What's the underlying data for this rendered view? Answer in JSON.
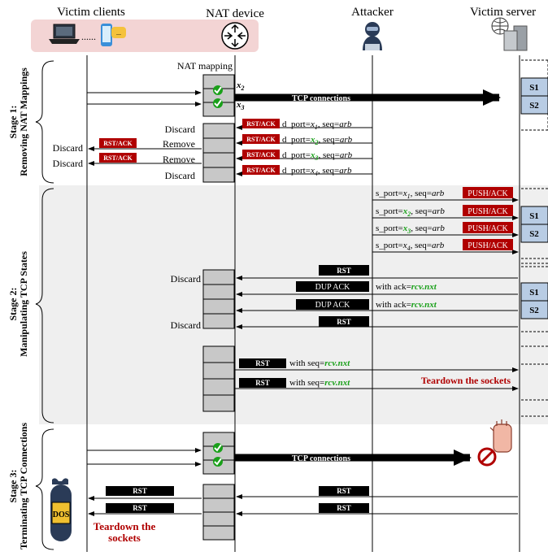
{
  "header": {
    "victim_clients": "Victim clients",
    "nat_device": "NAT device",
    "attacker": "Attacker",
    "victim_server": "Victim server"
  },
  "icons": {
    "laptop": "laptop-icon",
    "phone": "phone-icon",
    "router": "router-icon",
    "attacker": "hacker-icon",
    "server": "server-icon",
    "bomb": "dos-bomb-icon",
    "stop": "stop-hand-icon",
    "check": "green-check-icon"
  },
  "colors": {
    "red": "#b00000",
    "green": "#1aa01a",
    "stage2_bg": "#efefef",
    "header_pink": "#f3d4d4",
    "server_box": "#b8cce4"
  },
  "stage1": {
    "label_l1": "Stage 1:",
    "label_l2": "Removing NAT Mappings",
    "nat_mapping": "NAT mapping",
    "x2": "x",
    "x2_sub": "2",
    "x3": "x",
    "x3_sub": "3",
    "tcp_connections": "TCP connections",
    "s1": "S1",
    "s2": "S2",
    "nat_actions": [
      "Discard",
      "Remove",
      "Remove",
      "Discard"
    ],
    "client_discard": "Discard",
    "rst_ack": "RST/ACK",
    "dport_prefix": "d_port=",
    "dport_x": "x",
    "dport_subs": [
      "1",
      "2",
      "3",
      "4"
    ],
    "seq_mid": ", seq=",
    "seq_arb": "arb"
  },
  "stage2": {
    "label_l1": "Stage 2:",
    "label_l2": "Manipulating TCP States",
    "sport_prefix": "s_port=",
    "sport_x": "x",
    "sport_subs": [
      "1",
      "2",
      "3",
      "4"
    ],
    "seq_mid": ", seq=",
    "seq_arb": "arb",
    "push_ack": "PUSH/ACK",
    "s1": "S1",
    "s2": "S2",
    "rst": "RST",
    "dup_ack": "DUP ACK",
    "with_ack": "with  ack=",
    "rcv_nxt": "rcv.nxt",
    "discard": "Discard",
    "with_seq": "with  seq=",
    "teardown": "Teardown the sockets"
  },
  "stage3": {
    "label_l1": "Stage 3:",
    "label_l2": "Terminating TCP Connections",
    "tcp_connections": "TCP connections",
    "rst": "RST",
    "dos": "DOS",
    "teardown_l1": "Teardown the",
    "teardown_l2": "sockets"
  }
}
